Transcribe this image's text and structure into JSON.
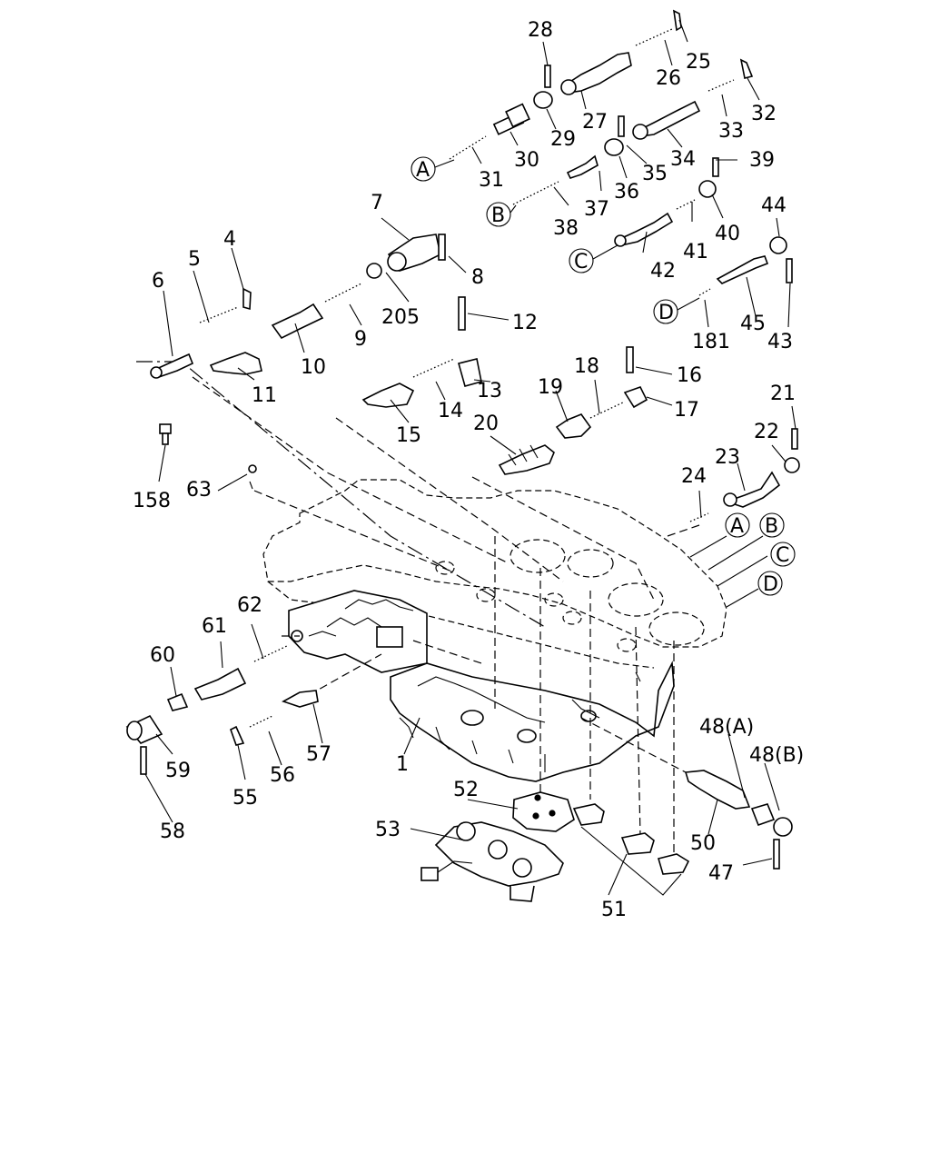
{
  "labels": {
    "p1": "1",
    "p4": "4",
    "p5": "5",
    "p6": "6",
    "p7": "7",
    "p8": "8",
    "p9": "9",
    "p10": "10",
    "p11": "11",
    "p12": "12",
    "p13": "13",
    "p14": "14",
    "p15": "15",
    "p16": "16",
    "p17": "17",
    "p18": "18",
    "p19": "19",
    "p20": "20",
    "p21": "21",
    "p22": "22",
    "p23": "23",
    "p24": "24",
    "p25": "25",
    "p26": "26",
    "p27": "27",
    "p28": "28",
    "p29": "29",
    "p30": "30",
    "p31": "31",
    "p32": "32",
    "p33": "33",
    "p34": "34",
    "p35": "35",
    "p36": "36",
    "p37": "37",
    "p38": "38",
    "p39": "39",
    "p40": "40",
    "p41": "41",
    "p42": "42",
    "p43": "43",
    "p44": "44",
    "p45": "45",
    "p47": "47",
    "p48a": "48(A)",
    "p48b": "48(B)",
    "p50": "50",
    "p51": "51",
    "p52": "52",
    "p53": "53",
    "p55": "55",
    "p56": "56",
    "p57": "57",
    "p58": "58",
    "p59": "59",
    "p60": "60",
    "p61": "61",
    "p62": "62",
    "p63": "63",
    "p158": "158",
    "p181": "181",
    "p205": "205"
  },
  "callouts": {
    "a1": "A",
    "b1": "B",
    "c1": "C",
    "d1": "D",
    "a2": "A",
    "b2": "B",
    "c2": "C",
    "d2": "D"
  }
}
